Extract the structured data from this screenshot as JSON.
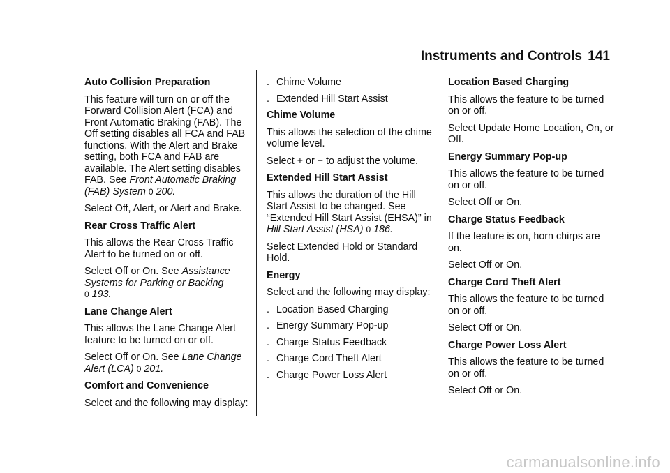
{
  "header": {
    "title": "Instruments and Controls",
    "page_number": "141"
  },
  "col1": {
    "acp_heading": "Auto Collision Preparation",
    "acp_p1": "This feature will turn on or off the Forward Collision Alert (FCA) and Front Automatic Braking (FAB). The Off setting disables all FCA and FAB functions. With the Alert and Brake setting, both FCA and FAB are available. The Alert setting disables FAB. See",
    "acp_ref": "Front Automatic Braking (FAB) System",
    "acp_ref_page": "200",
    "acp_p2": "Select Off, Alert, or Alert and Brake.",
    "rcta_heading": "Rear Cross Traffic Alert",
    "rcta_p1": "This allows the Rear Cross Traffic Alert to be turned on or off.",
    "rcta_p2": "Select Off or On. See",
    "rcta_ref": "Assistance Systems for Parking or Backing",
    "rcta_ref_page": "193",
    "lca_heading": "Lane Change Alert",
    "lca_p1": "This allows the Lane Change Alert feature to be turned on or off.",
    "lca_p2": "Select Off or On. See",
    "lca_ref": "Lane Change Alert (LCA)",
    "lca_ref_page": "201",
    "cc_heading": "Comfort and Convenience",
    "cc_p1": "Select and the following may display:"
  },
  "col2": {
    "bullets": [
      "Chime Volume",
      "Extended Hill Start Assist"
    ],
    "cv_heading": "Chime Volume",
    "cv_p1": "This allows the selection of the chime volume level.",
    "cv_p2": "Select + or − to adjust the volume.",
    "ehsa_heading": "Extended Hill Start Assist",
    "ehsa_p1": "This allows the duration of the Hill Start Assist to be changed. See “Extended Hill Start Assist (EHSA)” in",
    "ehsa_ref": "Hill Start Assist (HSA)",
    "ehsa_ref_page": "186",
    "ehsa_p2": "Select Extended Hold or Standard Hold.",
    "energy_heading": "Energy",
    "energy_p1": "Select and the following may display:",
    "energy_bullets": [
      "Location Based Charging",
      "Energy Summary Pop-up",
      "Charge Status Feedback",
      "Charge Cord Theft Alert",
      "Charge Power Loss Alert"
    ]
  },
  "col3": {
    "lbc_heading": "Location Based Charging",
    "lbc_p1": "This allows the feature to be turned on or off.",
    "lbc_p2": "Select Update Home Location, On, or Off.",
    "esp_heading": "Energy Summary Pop-up",
    "esp_p1": "This allows the feature to be turned on or off.",
    "esp_p2": "Select Off or On.",
    "csf_heading": "Charge Status Feedback",
    "csf_p1": "If the feature is on, horn chirps are on.",
    "csf_p2": "Select Off or On.",
    "cct_heading": "Charge Cord Theft Alert",
    "cct_p1": "This allows the feature to be turned on or off.",
    "cct_p2": "Select Off or On.",
    "cpl_heading": "Charge Power Loss Alert",
    "cpl_p1": "This allows the feature to be turned on or off.",
    "cpl_p2": "Select Off or On."
  },
  "bullet_glyph": ".",
  "ref_arrow_glyph": "0",
  "watermark": "carmanualsonline.info"
}
